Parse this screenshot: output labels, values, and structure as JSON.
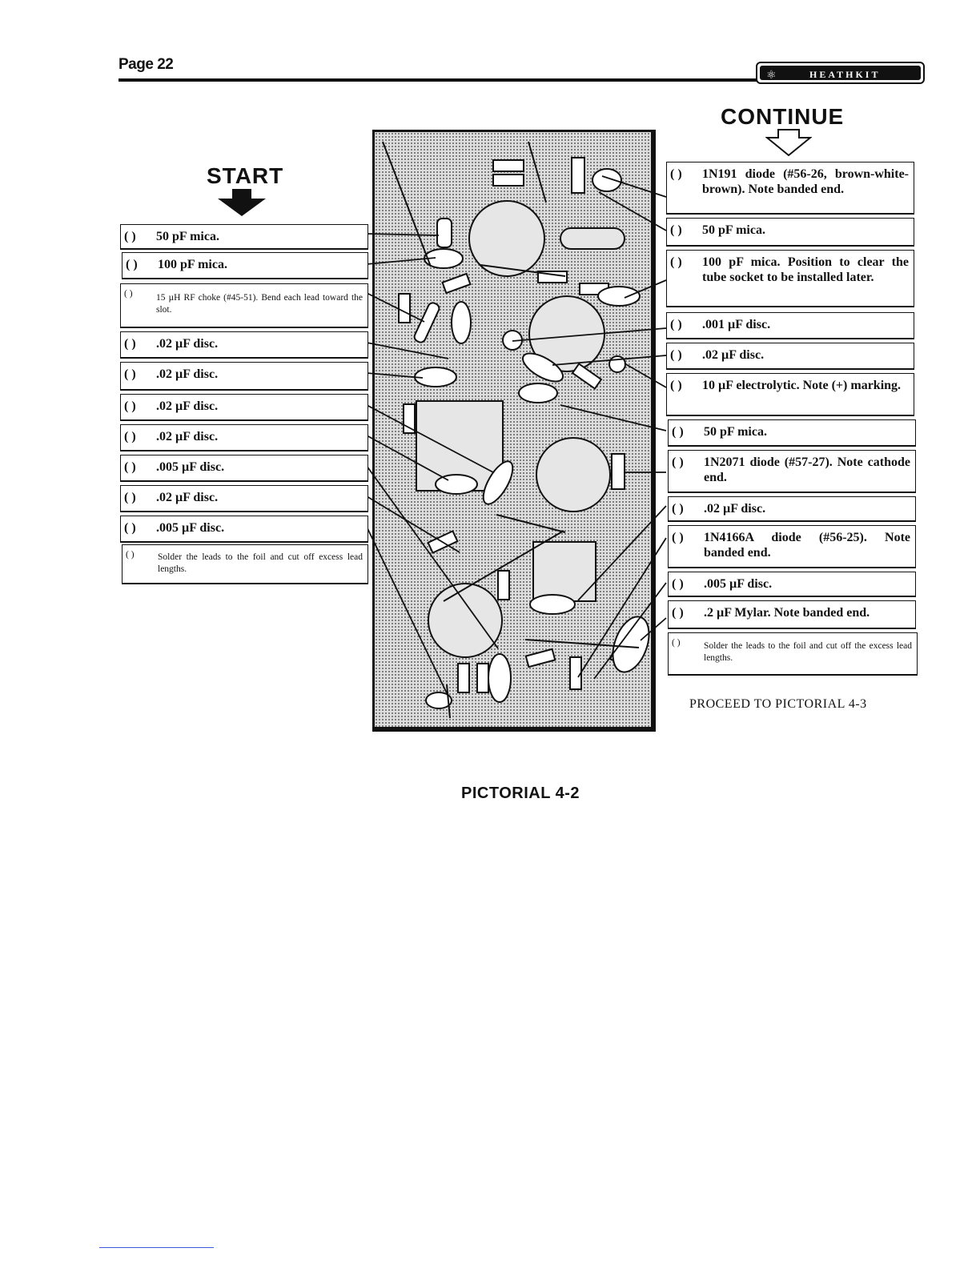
{
  "header": {
    "page_number": "Page 22",
    "logo_text": "HEATHKIT"
  },
  "start_label": "START",
  "continue_label": "CONTINUE",
  "checkbox": "( )",
  "left_steps": [
    "50 pF  mica.",
    "100 pF  mica.",
    "15 µH RF choke (#45-51). Bend each lead toward the slot.",
    ".02 µF disc.",
    ".02 µF disc.",
    ".02 µF disc.",
    ".02  µF disc.",
    ".005 µF disc.",
    ".02 µF disc.",
    ".005 µF disc.",
    "Solder the leads to the foil and cut off excess lead lengths."
  ],
  "right_steps": [
    "1N191 diode (#56-26, brown-white-brown). Note banded end.",
    "50 pF mica.",
    "100 pF mica. Position to clear the tube socket to be installed later.",
    ".001 µF disc.",
    ".02 µF disc.",
    "10  µF electrolytic. Note (+) marking.",
    "50 pF mica.",
    "1N2071 diode (#57-27). Note cathode end.",
    ".02 µF disc.",
    "1N4166A diode (#56-25). Note banded end.",
    ".005 µF disc.",
    ".2 µF Mylar. Note banded end.",
    "Solder the leads to the foil and cut off the excess lead lengths."
  ],
  "proceed_text": "PROCEED TO PICTORIAL 4-3",
  "caption": "PICTORIAL 4-2"
}
